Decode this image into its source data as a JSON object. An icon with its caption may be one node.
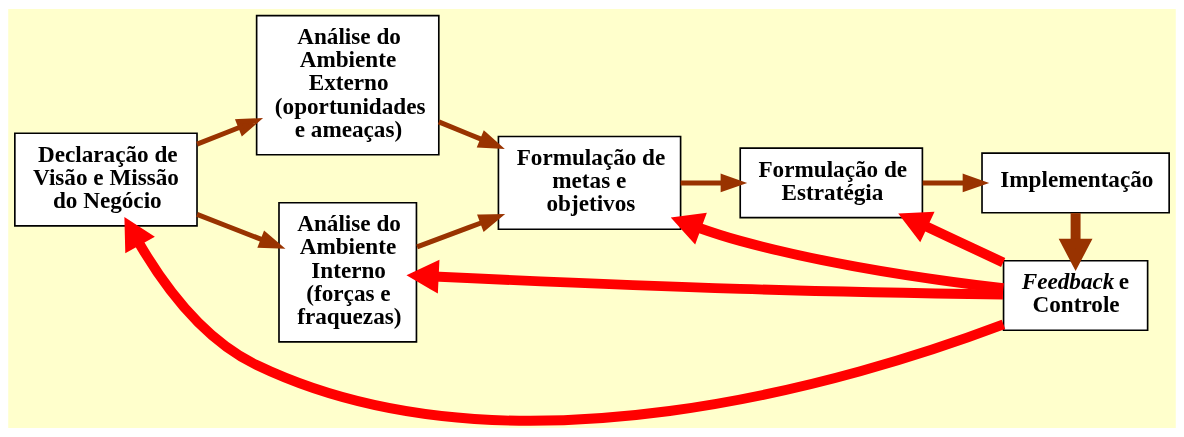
{
  "diagram": {
    "nodes": [
      {
        "text": [
          "Declaração de Visão e Missão do Negócio"
        ]
      },
      {
        "text": [
          "Análise do Ambiente Externo (oportunidades e ameaças)"
        ]
      },
      {
        "text": [
          "Análise do Ambiente Interno (forças e fraquezas)"
        ]
      },
      {
        "text": [
          "Formulação de metas e objetivos"
        ]
      },
      {
        "text": [
          "Formulação de Estratégia"
        ]
      },
      {
        "text": [
          "Implementação"
        ]
      },
      {
        "text": [
          "*Feedback* e Controle"
        ]
      }
    ],
    "edges": [
      {
        "from": 0,
        "to": 1,
        "arrow": "to"
      },
      {
        "from": 0,
        "to": 2,
        "arrow": "to"
      },
      {
        "from": 1,
        "to": 3,
        "arrow": "to"
      },
      {
        "from": 2,
        "to": 3,
        "arrow": "to"
      },
      {
        "from": 3,
        "to": 4,
        "arrow": "to"
      },
      {
        "from": 4,
        "to": 5,
        "arrow": "to"
      },
      {
        "from": 5,
        "to": 6,
        "arrow": "to",
        "style": "thick"
      },
      {
        "from": 6,
        "to": 0,
        "arrow": "to",
        "style": "thick",
        "color": "#ff0000"
      },
      {
        "from": 6,
        "to": 2,
        "arrow": "to",
        "style": "thick",
        "color": "#ff0000"
      },
      {
        "from": 6,
        "to": 3,
        "arrow": "to",
        "style": "thick",
        "color": "#ff0000"
      },
      {
        "from": 6,
        "to": 4,
        "arrow": "to",
        "style": "thick",
        "color": "#ff0000"
      }
    ]
  }
}
